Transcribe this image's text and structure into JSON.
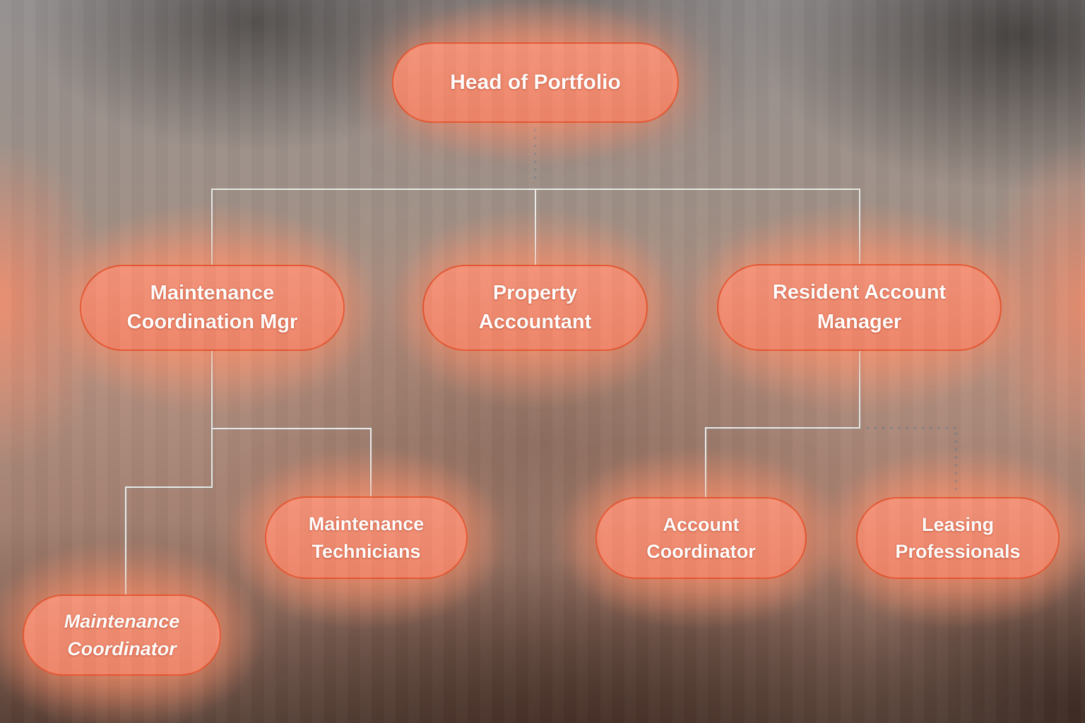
{
  "diagram": {
    "type": "org-chart",
    "nodes": [
      {
        "id": "head-of-portfolio",
        "label": "Head of Portfolio",
        "level": 1,
        "reports_to": null,
        "connector_style": "dotted"
      },
      {
        "id": "maintenance-coordination-mgr",
        "label": "Maintenance Coordination Mgr",
        "level": 2,
        "reports_to": "head-of-portfolio",
        "connector_style": "solid"
      },
      {
        "id": "property-accountant",
        "label": "Property Accountant",
        "level": 2,
        "reports_to": "head-of-portfolio",
        "connector_style": "solid"
      },
      {
        "id": "resident-account-manager",
        "label": "Resident Account Manager",
        "level": 2,
        "reports_to": "head-of-portfolio",
        "connector_style": "solid"
      },
      {
        "id": "maintenance-technicians",
        "label": "Maintenance Technicians",
        "level": 3,
        "reports_to": "maintenance-coordination-mgr",
        "connector_style": "solid"
      },
      {
        "id": "maintenance-coordinator",
        "label": "Maintenance Coordinator",
        "level": 3,
        "reports_to": "maintenance-coordination-mgr",
        "connector_style": "solid",
        "text_style": "italic"
      },
      {
        "id": "account-coordinator",
        "label": "Account Coordinator",
        "level": 3,
        "reports_to": "resident-account-manager",
        "connector_style": "solid"
      },
      {
        "id": "leasing-professionals",
        "label": "Leasing Professionals",
        "level": 3,
        "reports_to": "resident-account-manager",
        "connector_style": "dotted"
      }
    ],
    "colors": {
      "node_fill": "#f08c71",
      "node_border": "#e5552f",
      "node_text": "#ffffff",
      "connector_solid": "#ecebe7",
      "connector_dotted": "#7d8285",
      "background_gray": "#949090",
      "background_brown": "#5f4a40"
    }
  }
}
